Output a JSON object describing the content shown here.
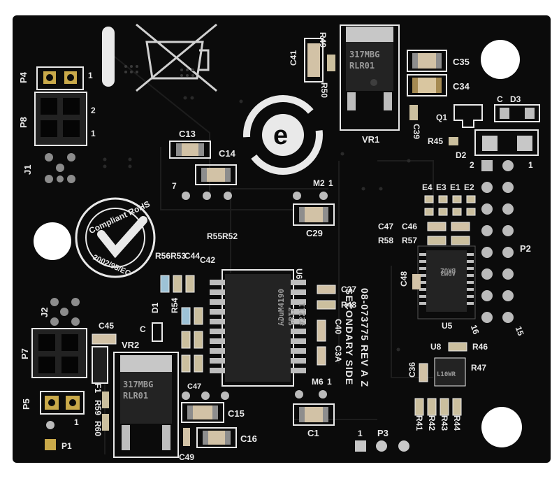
{
  "board": {
    "labels": {
      "P4": "P4",
      "P8": "P8",
      "J1": "J1",
      "P7": "P7",
      "J2": "J2",
      "P5": "P5",
      "P1": "P1",
      "P2": "P2",
      "P3": "P3",
      "VR1": "VR1",
      "VR2": "VR2",
      "U5": "U5",
      "U6": "U6",
      "U8": "U8",
      "Q1": "Q1",
      "D1": "D1",
      "D2": "D2",
      "D3": "D3",
      "M2": "M2",
      "M6": "M6",
      "C1": "C1",
      "C13": "C13",
      "C14": "C14",
      "C15": "C15",
      "C16": "C16",
      "C29": "C29",
      "C34": "C34",
      "C35": "C35",
      "C36": "C36",
      "C37": "C37",
      "C39": "C39",
      "C40": "C40",
      "C41": "C41",
      "C42": "C42",
      "C44": "C44",
      "C45": "C45",
      "C46": "C46",
      "C47": "C47",
      "C48": "C48",
      "C49": "C49",
      "C3A": "C3A",
      "R41": "R41",
      "R42": "R42",
      "R43": "R43",
      "R44": "R44",
      "R45": "R45",
      "R46": "R46",
      "R47": "R47",
      "R48": "R48",
      "R49": "R49",
      "R50": "R50",
      "R52": "R52",
      "R53": "R53",
      "R54": "R54",
      "R55": "R55",
      "R56": "R56",
      "R57": "R57",
      "R58": "R58",
      "R59": "R59",
      "R60": "R60",
      "F1": "F1",
      "E1": "E1",
      "E2": "E2",
      "E3": "E3",
      "E4": "E4",
      "pin_1": "1",
      "pin_2": "2",
      "pin_7": "7",
      "pin_15": "15",
      "pin_16": "16",
      "pin_C": "C"
    },
    "side_text": "SECONDARY SIDE",
    "part_text": "08-073775 REV A Z",
    "rohs_text": "Compliant RoHS",
    "rohs_code": "2002/95/EC",
    "chips": {
      "vr1_line1": "317MBG",
      "vr1_line2": "RLR01",
      "vr2_line1": "317MBG",
      "vr2_line2": "RLR01",
      "u6_line1": "ADuM4190",
      "u6_line2": "SRIZ",
      "u6_line3": "#2211",
      "u5_line1": "ADM3",
      "u5_line2": "BRUZ",
      "u8_line1": "L10WR"
    },
    "colors": {
      "pcb": "#0b0b0b",
      "silkscreen": "#e9e9e9",
      "gold_pad": "#c9a94a",
      "component_body": "#d2c2a6",
      "chip_body": "#232323"
    }
  }
}
